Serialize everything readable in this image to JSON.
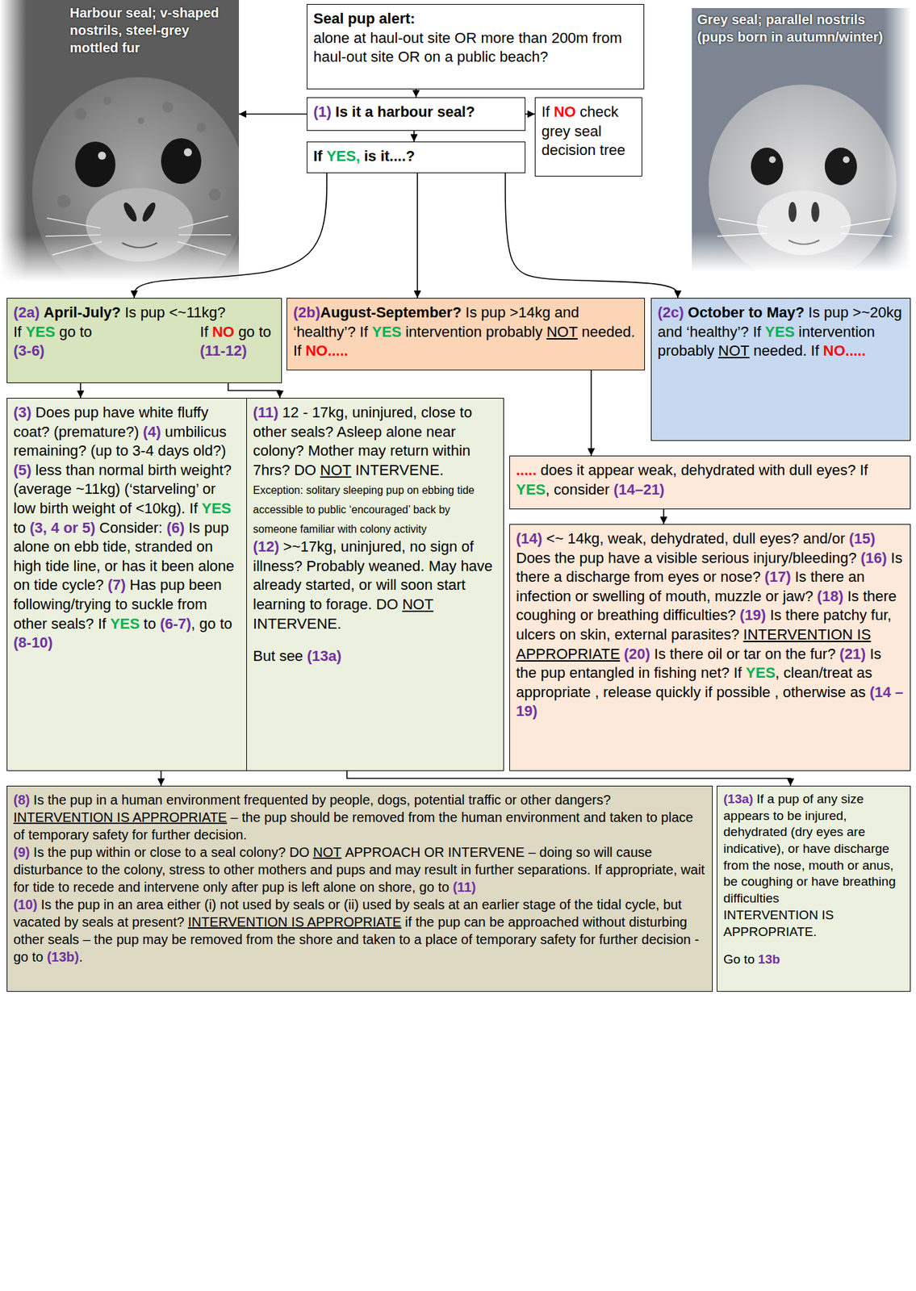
{
  "diagram": {
    "nodes": [
      {
        "text": [
          "Harbour seal; v-shaped nostrils, steel-grey mottled fur"
        ]
      },
      {
        "text": [
          "Seal pup alert:",
          "alone at haul-out site OR more than 200m from haul-out site OR on a public beach?"
        ]
      },
      {
        "text": [
          "Grey seal; parallel nostrils (pups born in autumn/winter)"
        ]
      },
      {
        "text": [
          "(1)",
          "Is it a harbour seal?"
        ]
      },
      {
        "text": [
          "If",
          "NO",
          "check grey seal decision tree"
        ]
      },
      {
        "text": [
          "If",
          "YES,",
          "is it....?"
        ]
      },
      {
        "text": [
          "(2a)",
          "April-July?",
          "Is pup <~11kg?",
          "If",
          "YES",
          "go to",
          "(3-6)",
          "If",
          "NO",
          "go to",
          "(11-12)"
        ]
      },
      {
        "text": [
          "(2b)",
          "August-September?",
          "Is pup >14kg and ‘healthy’? If",
          "YES",
          "intervention probably",
          "NOT",
          "needed. If",
          "NO....."
        ]
      },
      {
        "text": [
          "(2c)",
          "October to May?",
          "Is pup >~20kg and ‘healthy’? If",
          "YES",
          "intervention probably",
          "NOT",
          "needed. If",
          "NO....."
        ]
      },
      {
        "text": [
          "(3)",
          "Does pup have white fluffy coat? (premature?)",
          "(4)",
          "umbilicus remaining? (up to 3-4 days old?)",
          "(5)",
          "less than normal birth weight? (average ~11kg) (‘starveling’ or low birth weight of <10kg). If",
          "YES",
          "to",
          "(3, 4 or 5)",
          "Consider:",
          "(6)",
          "Is pup alone on ebb tide, stranded on high tide line, or has it been alone on tide cycle?",
          "(7)",
          "Has pup been following/trying to suckle from other seals? If",
          "YES",
          "to",
          "(6-7)",
          ", go to",
          "(8-10)"
        ]
      },
      {
        "text": [
          "(11)",
          "12 - 17kg, uninjured, close to other seals? Asleep alone near colony? Mother may return within 7hrs? DO",
          "NOT",
          "INTERVENE.",
          "Exception: solitary sleeping pup on ebbing tide accessible to public ‘encouraged’ back by someone familiar with colony activity",
          "(12)",
          ">~17kg, uninjured, no sign of illness? Probably weaned. May have already started, or will soon start learning to forage. DO",
          "NOT",
          "INTERVENE.",
          "But see",
          "(13a)"
        ]
      },
      {
        "text": [
          ".....",
          "does it appear weak, dehydrated with dull eyes? If",
          "YES",
          ", consider",
          "(14–21)"
        ]
      },
      {
        "text": [
          "(14)",
          "<~ 14kg, weak, dehydrated, dull eyes? and/or",
          "(15)",
          "Does the pup have a visible serious injury/bleeding?",
          "(16)",
          "Is there a discharge from eyes or nose?",
          "(17)",
          "Is there an infection or swelling of mouth, muzzle or jaw?",
          "(18)",
          "Is there coughing or breathing difficulties?",
          "(19)",
          "Is there patchy fur, ulcers on skin, external parasites?",
          "INTERVENTION IS APPROPRIATE",
          "(20)",
          "Is there oil or tar on the fur?",
          "(21)",
          "Is the pup entangled in fishing net? If",
          "YES",
          ", clean/treat as appropriate , release quickly if possible , otherwise as",
          "(14 – 19)"
        ]
      },
      {
        "text": [
          "(8)",
          "Is the pup in a human environment frequented by people, dogs, potential traffic or other dangers?",
          "INTERVENTION IS APPROPRIATE",
          "– the pup should be removed from the human environment and taken to place of temporary safety for further decision.",
          "(9)",
          "Is the pup within or close to a seal colony? DO",
          "NOT",
          "APPROACH OR INTERVENE – doing so will cause disturbance to the colony, stress to other mothers and pups and may result in further separations. If appropriate, wait for tide to recede and intervene only after pup is left alone on shore, go to",
          "(11)",
          "(10)",
          "Is the pup in an area either (i) not used by seals or (ii) used by seals at an earlier stage of the tidal cycle, but vacated by seals at present?",
          "INTERVENTION IS APPROPRIATE",
          "if the pup can be approached without disturbing other seals – the pup may be removed from the shore and taken to a place of temporary safety for further decision - go to",
          "(13b)",
          "."
        ]
      },
      {
        "text": [
          "(13a)",
          "If a pup of any size appears to be injured, dehydrated (dry eyes are indicative), or have discharge from the nose, mouth or anus, be coughing or have breathing difficulties",
          "INTERVENTION IS APPROPRIATE.",
          "Go to",
          "13b"
        ]
      }
    ],
    "edges": [
      {
        "from": 1,
        "to": 3,
        "arrow": "to"
      },
      {
        "from": 3,
        "to": 0,
        "arrow": "to"
      },
      {
        "from": 3,
        "to": 4,
        "arrow": "to"
      },
      {
        "from": 3,
        "to": 5,
        "arrow": "to"
      },
      {
        "from": 5,
        "to": 6,
        "arrow": "to"
      },
      {
        "from": 5,
        "to": 7,
        "arrow": "to"
      },
      {
        "from": 5,
        "to": 8,
        "arrow": "to"
      },
      {
        "from": 6,
        "to": 9,
        "arrow": "to"
      },
      {
        "from": 6,
        "to": 10,
        "arrow": "to"
      },
      {
        "from": 7,
        "to": 11,
        "arrow": "to"
      },
      {
        "from": 11,
        "to": 12,
        "arrow": "to"
      },
      {
        "from": 9,
        "to": 13,
        "arrow": "to"
      },
      {
        "from": 10,
        "to": 14,
        "arrow": "to"
      }
    ]
  }
}
